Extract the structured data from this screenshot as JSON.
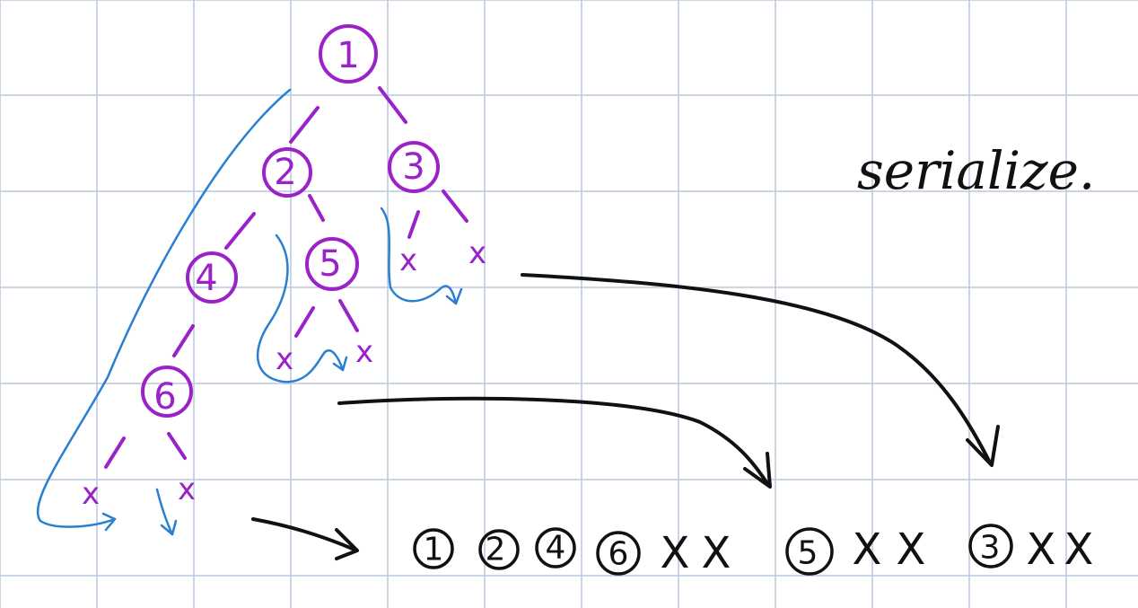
{
  "colors": {
    "paper": "#ffffff",
    "grid": "#b8c9e0",
    "tree_ink": "#9a22c8",
    "traversal_ink": "#2a7fd0",
    "output_ink": "#111111"
  },
  "title": "serialize.",
  "tree": {
    "root": {
      "label": "1"
    },
    "nodes": [
      {
        "label": "2"
      },
      {
        "label": "3"
      },
      {
        "label": "4"
      },
      {
        "label": "5"
      },
      {
        "label": "6"
      }
    ],
    "null_marker": "x"
  },
  "serialized_output": [
    {
      "label": "1",
      "circled": true
    },
    {
      "label": "2",
      "circled": true
    },
    {
      "label": "4",
      "circled": true
    },
    {
      "label": "6",
      "circled": true
    },
    {
      "label": "X",
      "circled": false
    },
    {
      "label": "X",
      "circled": false
    },
    {
      "label": "5",
      "circled": true
    },
    {
      "label": "X",
      "circled": false
    },
    {
      "label": "X",
      "circled": false
    },
    {
      "label": "3",
      "circled": true
    },
    {
      "label": "X",
      "circled": false
    },
    {
      "label": "X",
      "circled": false
    }
  ]
}
